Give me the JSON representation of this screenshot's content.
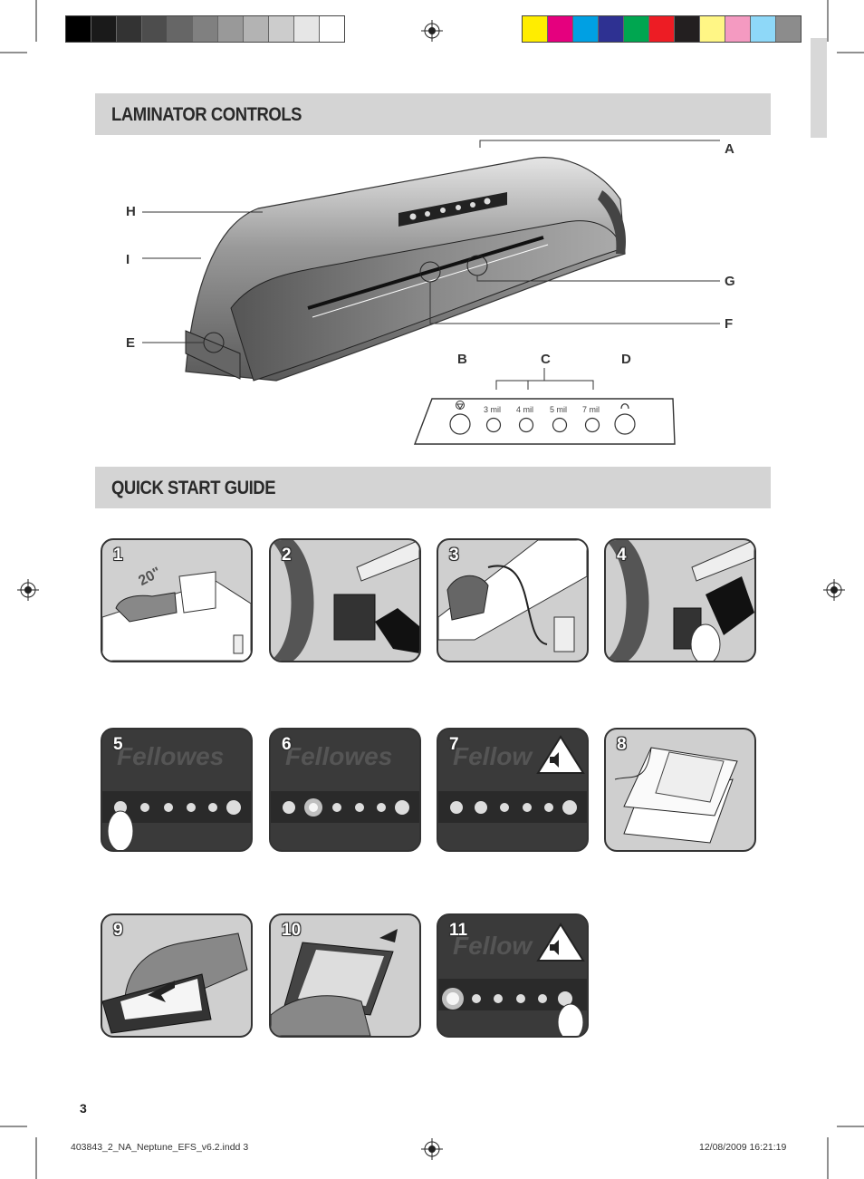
{
  "print_marks": {
    "gray_swatches": [
      "#000000",
      "#1a1a1a",
      "#333333",
      "#4d4d4d",
      "#666666",
      "#808080",
      "#999999",
      "#b3b3b3",
      "#cccccc",
      "#e6e6e6",
      "#ffffff"
    ],
    "color_swatches": [
      "#ffed00",
      "#e5007e",
      "#00a0e3",
      "#2e3192",
      "#00a650",
      "#ed1c24",
      "#231f20",
      "#fff685",
      "#f49ac1",
      "#8ed8f8",
      "#8c8c8c"
    ]
  },
  "sections": {
    "controls_title": "LAMINATOR CONTROLS",
    "quick_start_title": "QUICK START GUIDE"
  },
  "callouts": {
    "a": "A",
    "b": "B",
    "c": "C",
    "d": "D",
    "e": "E",
    "f": "F",
    "g": "G",
    "h": "H",
    "i": "I"
  },
  "control_panel": {
    "thickness_labels": [
      "3 mil",
      "4 mil",
      "5 mil",
      "7 mil"
    ],
    "standby_icon": "heat-symbol-icon",
    "reverse_icon": "reverse-arrow-icon"
  },
  "steps": [
    {
      "number": "1",
      "label": "20\""
    },
    {
      "number": "2"
    },
    {
      "number": "3"
    },
    {
      "number": "4"
    },
    {
      "number": "5",
      "brand": "Fellowes"
    },
    {
      "number": "6",
      "brand": "Fellowes"
    },
    {
      "number": "7",
      "brand": "Fellow"
    },
    {
      "number": "8"
    },
    {
      "number": "9"
    },
    {
      "number": "10"
    },
    {
      "number": "11",
      "brand": "Fellow"
    }
  ],
  "footer": {
    "page_number": "3",
    "file_name": "403843_2_NA_Neptune_EFS_v6.2.indd   3",
    "timestamp": "12/08/2009   16:21:19"
  }
}
